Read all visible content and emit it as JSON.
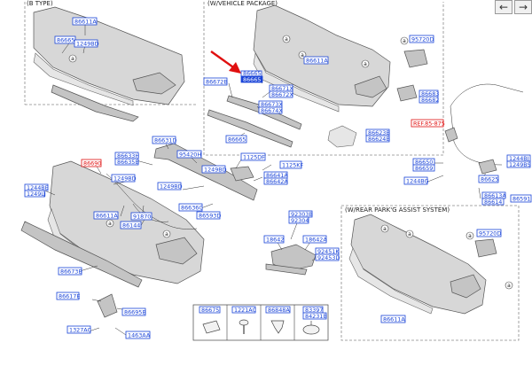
{
  "sections": {
    "b_type": "(B TYPE)",
    "vehicle_package": "(W/VEHICLE PACKAGE)",
    "rear_park_assist": "(W/REAR PARK'G ASSIST SYSTEM)"
  },
  "nav": {
    "prev": "←",
    "next": "→"
  },
  "callout_letter": "a",
  "labels": {
    "l86611A_1": "86611A",
    "l86665_1": "86665",
    "l1249BD_1": "1249BD",
    "l86665_2": "86665",
    "l86672B": "86672B",
    "l86671X": "86671X",
    "l86672X": "86672X",
    "l86673X": "86673X",
    "l86674X": "86674X",
    "l86665_3": "86665",
    "l86611A_2": "86611A",
    "l95720D_1": "95720D",
    "l86683": "86683",
    "l86682": "86682",
    "l86623B": "86623B",
    "l86624B": "86624B",
    "lREF": "REF.85-875",
    "l86631D": "86631D",
    "l86633H": "86633H",
    "l86635B": "86635B",
    "l95420H": "95420H",
    "l1125DF": "1125DF",
    "l1249BD_2": "1249BD",
    "l1125KF": "1125KF",
    "l86641A": "86641A",
    "l86642A": "86642A",
    "l1249BD_3": "1249BD",
    "l1249BD_4": "1249BD",
    "l86636C": "86636C",
    "l86593D": "86593D",
    "l86690": "86690",
    "l1244BE": "1244BE",
    "l1249LJ": "1249LJ",
    "l86611A_3": "86611A",
    "l91870": "91870",
    "l86144": "86144",
    "l86673B": "86673B",
    "l86617E": "86617E",
    "l86695B": "86695B",
    "l1327AC": "1327AC",
    "l1463AA": "1463AA",
    "l92303B": "92303B",
    "l92304": "92304",
    "l18642": "18642",
    "l18642A": "18642A",
    "l92451K": "92451K",
    "l92453D": "92453D",
    "l86650": "86650",
    "l86659": "86659",
    "l1244BG": "1244BG",
    "l86625": "86625",
    "l86613A": "86613A",
    "l86614": "86614",
    "l86591": "86591",
    "l1244BJ": "1244BJ",
    "l1249BS": "1249BS",
    "l95720D_2": "95720D",
    "l86611A_4": "86611A"
  },
  "legend": {
    "items": [
      {
        "code": "86675"
      },
      {
        "code": "1221AC"
      },
      {
        "code": "86848A"
      },
      {
        "code": "83397",
        "code2": "84231B"
      }
    ]
  }
}
